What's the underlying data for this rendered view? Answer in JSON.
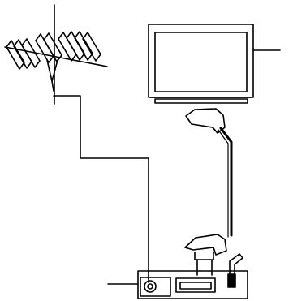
{
  "diagram": {
    "stroke_color": "#000000",
    "background_color": "#ffffff",
    "components": [
      {
        "key": "antenna",
        "icon": "tv-antenna-icon"
      },
      {
        "key": "tv",
        "icon": "television-icon"
      },
      {
        "key": "scart_cable",
        "icon": "scart-cable-icon"
      },
      {
        "key": "receiver",
        "icon": "set-top-box-icon"
      }
    ]
  }
}
